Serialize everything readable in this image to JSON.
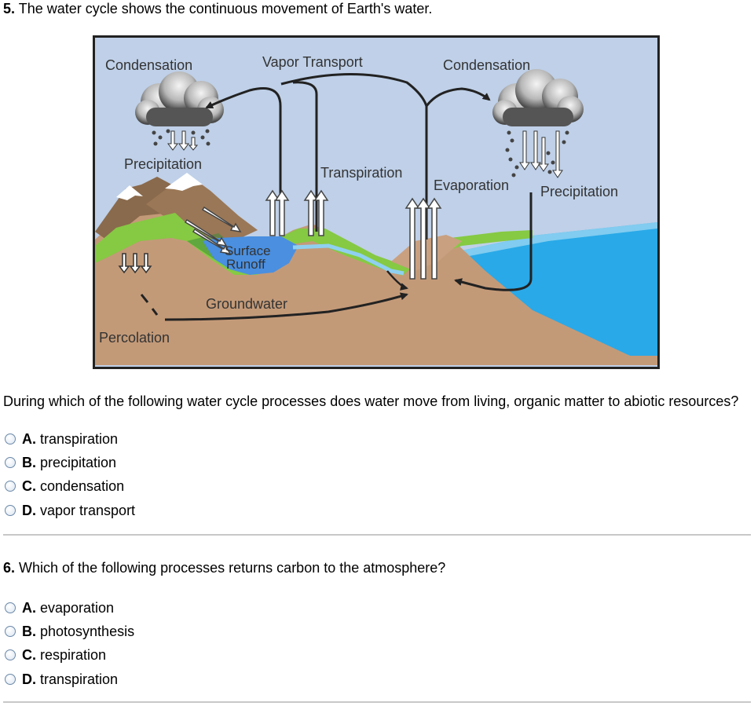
{
  "q5": {
    "number": "5.",
    "intro": "The water cycle shows the continuous movement of Earth's water.",
    "stem": "During which of the following water cycle processes does water move from living, organic matter to abiotic resources?",
    "options": [
      {
        "letter": "A.",
        "text": "transpiration"
      },
      {
        "letter": "B.",
        "text": "precipitation"
      },
      {
        "letter": "C.",
        "text": "condensation"
      },
      {
        "letter": "D.",
        "text": "vapor transport"
      }
    ]
  },
  "diagram": {
    "labels": {
      "condensation_left": "Condensation",
      "vapor_transport": "Vapor Transport",
      "condensation_right": "Condensation",
      "precipitation_left": "Precipitation",
      "transpiration": "Transpiration",
      "evaporation": "Evaporation",
      "precipitation_right": "Precipitation",
      "surface": "Surface",
      "runoff": "Runoff",
      "groundwater": "Groundwater",
      "percolation": "Percolation"
    },
    "colors": {
      "sky": "#bfd0e8",
      "ocean": "#29a9e8",
      "land": "#c39a78",
      "grass": "#86c943",
      "lake": "#4a8fe0",
      "cloud_dark": "#5a5a5a"
    }
  },
  "q6": {
    "number": "6.",
    "stem": "Which of the following processes returns carbon to the atmosphere?",
    "options": [
      {
        "letter": "A.",
        "text": "evaporation"
      },
      {
        "letter": "B.",
        "text": "photosynthesis"
      },
      {
        "letter": "C.",
        "text": "respiration"
      },
      {
        "letter": "D.",
        "text": "transpiration"
      }
    ]
  }
}
